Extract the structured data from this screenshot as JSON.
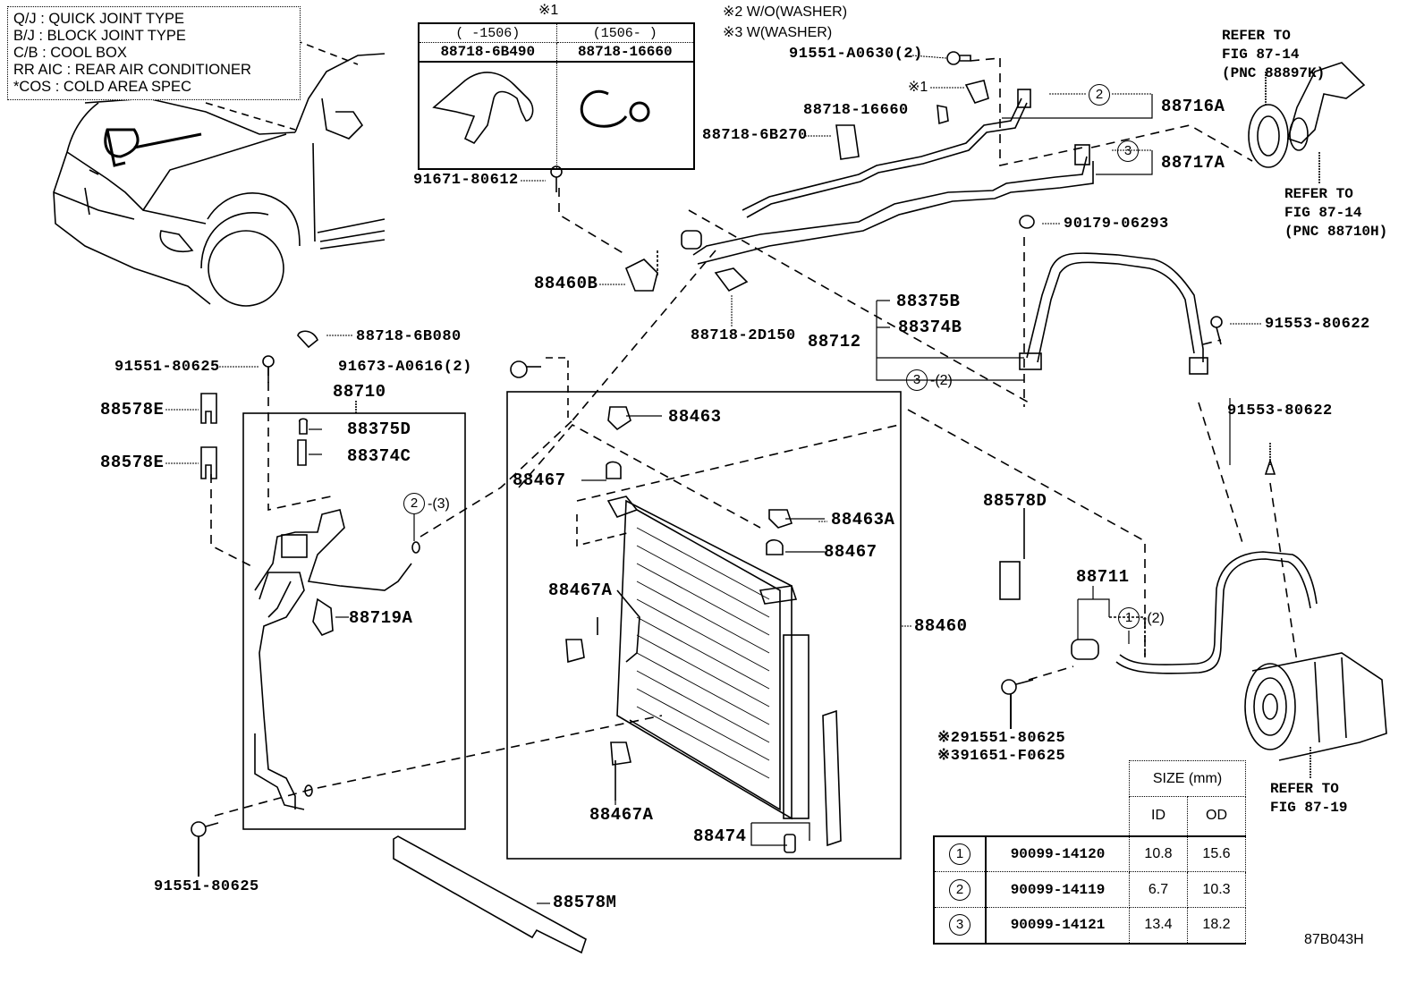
{
  "figure_id": "87B043H",
  "legend": [
    {
      "abbr": "Q/J",
      "meaning": "QUICK JOINT TYPE"
    },
    {
      "abbr": "B/J",
      "meaning": "BLOCK JOINT TYPE"
    },
    {
      "abbr": "C/B",
      "meaning": "COOL BOX"
    },
    {
      "abbr": "RR A/C",
      "meaning": "REAR AIR CONDITIONER"
    },
    {
      "abbr": "*COS",
      "meaning": "COLD AREA SPEC"
    }
  ],
  "legend_lines": [
    "Q/J  :  QUICK JOINT TYPE",
    "B/J  :  BLOCK JOINT TYPE",
    "C/B  :  COOL BOX",
    "RR AIC  :  REAR AIR CONDITIONER",
    "*COS  :  COLD AREA SPEC"
  ],
  "notes": {
    "note1_title": "※1",
    "note2": "※2 W/O(WASHER)",
    "note3": "※3 W(WASHER)"
  },
  "clip_table": {
    "columns": [
      {
        "date_range": "(      -1506)",
        "part_no": "88718-6B490"
      },
      {
        "date_range": "(1506-      )",
        "part_no": "88718-16660"
      }
    ]
  },
  "parts": {
    "p91551_A0630": "91551-A0630(2)",
    "note1_ref": "※1",
    "p88718_16660": "88718-16660",
    "p88718_6B270": "88718-6B270",
    "p88716A": "88716A",
    "p88717A": "88717A",
    "p91671_80612": "91671-80612",
    "p88460B": "88460B",
    "p88718_2D150": "88718-2D150",
    "p90179_06293": "90179-06293",
    "p88375B": "88375B",
    "p88374B": "88374B",
    "p88712": "88712",
    "p88712_oring_qty": "-(2)",
    "p91553_80622_a": "91553-80622",
    "p91553_80622_b": "91553-80622",
    "p88718_6B080": "88718-6B080",
    "p91551_80625_top": "91551-80625",
    "p91673_A0616": "91673-A0616(2)",
    "p88710": "88710",
    "p88578E_1": "88578E",
    "p88578E_2": "88578E",
    "p88375D": "88375D",
    "p88374C": "88374C",
    "p88710_oring_qty": "-(3)",
    "p88719A": "88719A",
    "p88463": "88463",
    "p88467_1": "88467",
    "p88463A": "88463A",
    "p88467_2": "88467",
    "p88467A_1": "88467A",
    "p88460": "88460",
    "p88467A_2": "88467A",
    "p88474": "88474",
    "p88578M": "88578M",
    "p91551_80625_bottom": "91551-80625",
    "p88578D": "88578D",
    "p88711": "88711",
    "p88711_oring_qty": "-(2)",
    "p_bolt_note2": "※291551-80625",
    "p_bolt_note3": "※391651-F0625"
  },
  "refer": {
    "r1": "REFER TO\nFIG 87-14\n(PNC 88897K)",
    "r2": "REFER TO\nFIG 87-14\n(PNC 88710H)",
    "r3": "REFER TO\nFIG 87-19"
  },
  "circle_refs": {
    "c2_top": "2",
    "c3_top": "3",
    "c3_mid": "3",
    "c2_left": "2",
    "c1_right": "1"
  },
  "size_table": {
    "header": "SIZE (mm)",
    "col_id": "ID",
    "col_od": "OD",
    "rows": [
      {
        "ref": "1",
        "part_no": "90099-14120",
        "id": "10.8",
        "od": "15.6"
      },
      {
        "ref": "2",
        "part_no": "90099-14119",
        "id": "6.7",
        "od": "10.3"
      },
      {
        "ref": "3",
        "part_no": "90099-14121",
        "id": "13.4",
        "od": "18.2"
      }
    ]
  }
}
